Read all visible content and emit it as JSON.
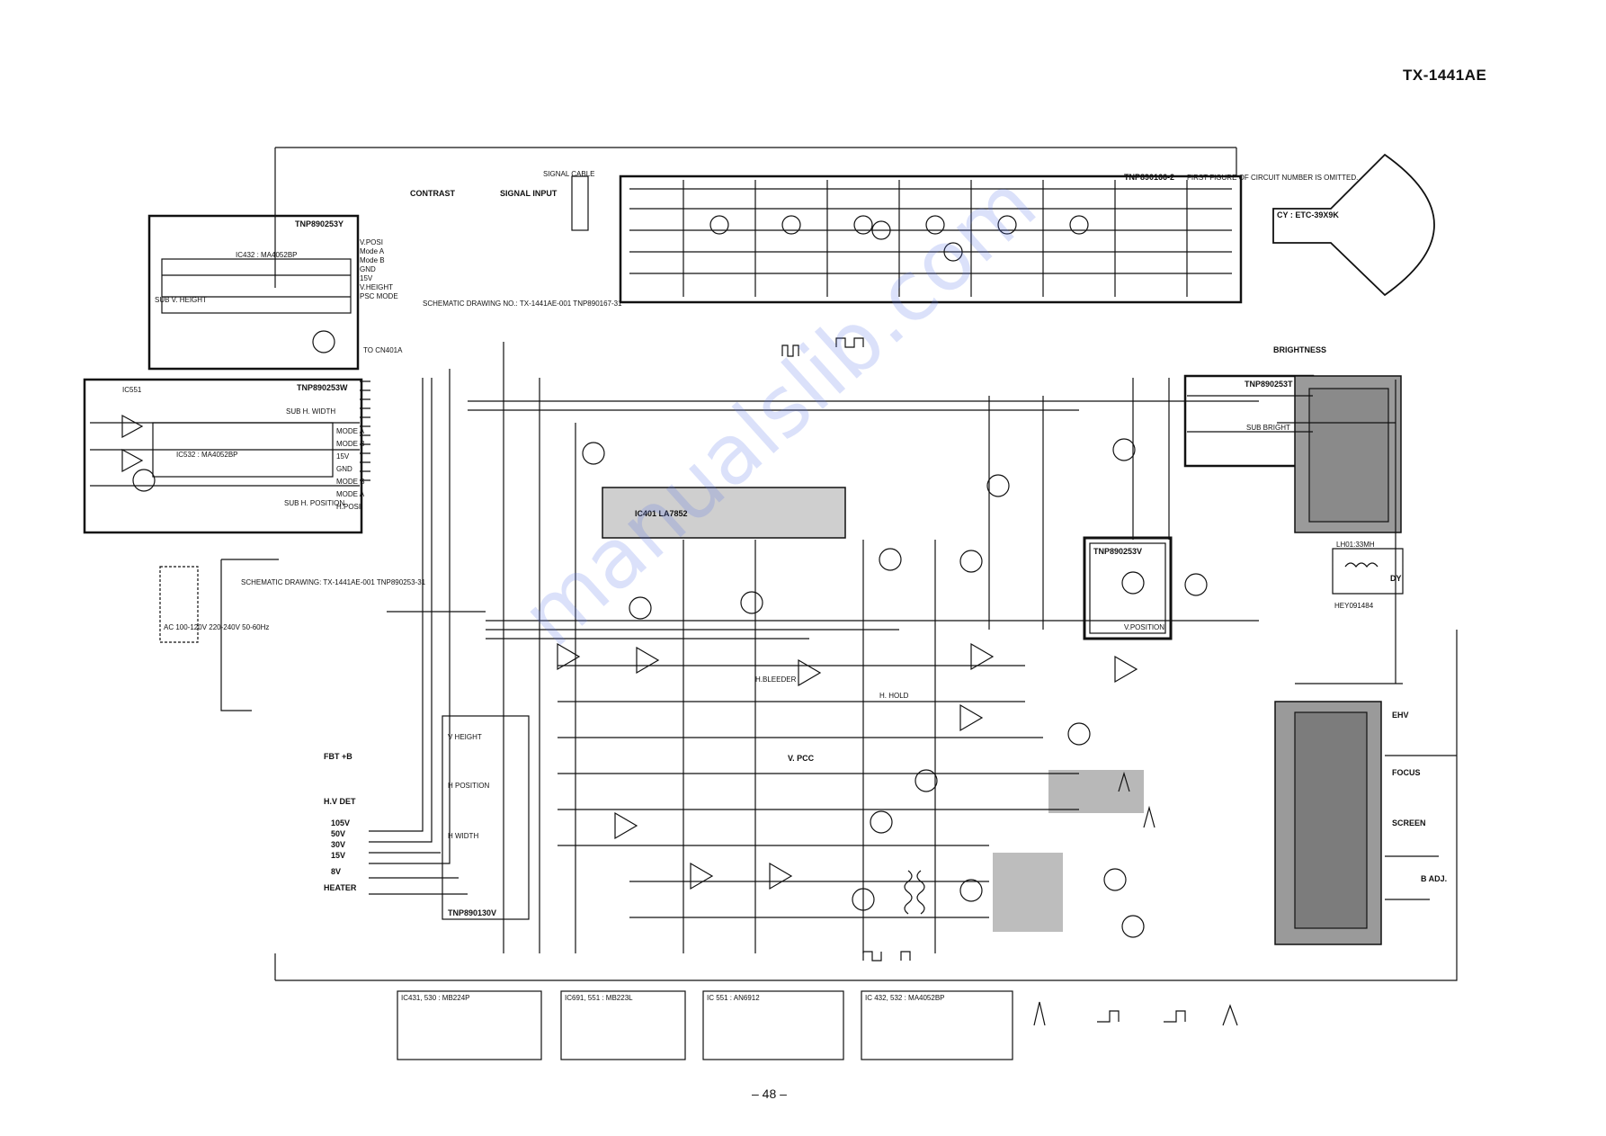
{
  "header": {
    "model": "TX-1441AE",
    "page_number": "– 48 –"
  },
  "boards": {
    "b1": {
      "title": "TNP890253Y",
      "ic": "IC432 : MA4052BP",
      "sub": "SUB V. HEIGHT",
      "pins": [
        "V.POSI",
        "Mode A",
        "Mode B",
        "GND",
        "15V",
        "V.HEIGHT",
        "PSC MODE"
      ],
      "to": "TO CN401A"
    },
    "b2": {
      "title": "TNP890253W",
      "ic1": "IC551",
      "ic2": "IC532 : MA4052BP",
      "sub_width": "SUB H. WIDTH",
      "sub_pos": "SUB H. POSITION",
      "pins": [
        "MODE A",
        "MODE B",
        "15V",
        "GND",
        "MODE B",
        "MODE A",
        "H.POSI"
      ]
    },
    "b3": {
      "title": "TNP890253T",
      "sub": "SUB BRIGHT"
    },
    "b4": {
      "title": "TNP890253V",
      "sub": "V.POSITION"
    },
    "b5": {
      "title": "TNP890130V",
      "items": [
        "V HEIGHT",
        "H POSITION",
        "H WIDTH"
      ]
    },
    "crt": {
      "title": "TNP890166-2",
      "note": "FIRST FIGURE OF CIRCUIT NUMBER IS OMITTED.",
      "cy": "CY : ETC-39X9K"
    }
  },
  "labels": {
    "schematic_left": "SCHEMATIC DRAWING: TX-1441AE-001 TNP890253-31",
    "schematic_top": "SCHEMATIC DRAWING NO.: TX-1441AE-001  TNP890167-31",
    "contrast": "CONTRAST",
    "signal_input": "SIGNAL INPUT",
    "signal_cable": "SIGNAL CABLE",
    "brightness": "BRIGHTNESS",
    "ic401": "IC401 LA7852",
    "ac_in": "AC 100-120V 220-240V 50-60Hz",
    "ehv": "EHV",
    "focus": "FOCUS",
    "screen": "SCREEN",
    "b_adj": "B ADJ.",
    "fbt": "FBT +B",
    "hv_det": "H.V DET",
    "vpcc": "V. PCC",
    "hbleeder": "H.BLEEDER",
    "h_hold": "H. HOLD",
    "dy": "DY",
    "lhv": "LH01:33MH",
    "hey": "HEY091484"
  },
  "rails": [
    "105V",
    "50V",
    "30V",
    "15V",
    "8V",
    "HEATER"
  ],
  "ic_legend": [
    {
      "title": "IC431, 530 : MB224P"
    },
    {
      "title": "IC691, 551 : MB223L"
    },
    {
      "title": "IC 551 : AN6912"
    },
    {
      "title": "IC 432, 532 : MA4052BP"
    }
  ],
  "watermark": "manualslib.com"
}
